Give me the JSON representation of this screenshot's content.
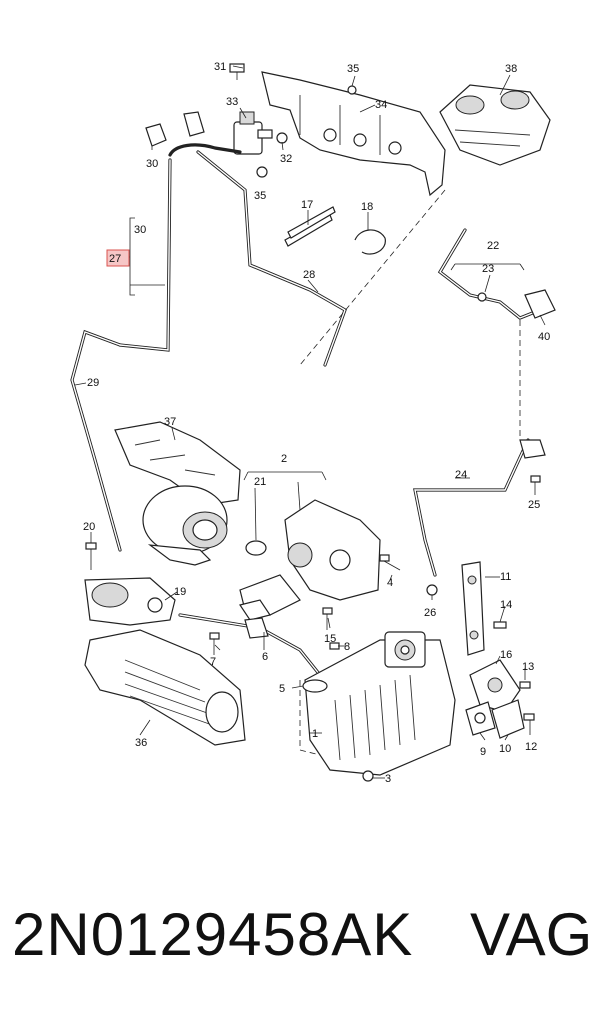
{
  "footer": {
    "part_number": "2N0129458AK",
    "brand": "VAG"
  },
  "highlight": {
    "label": "27",
    "color": "#d9534f"
  },
  "callouts": [
    "1",
    "2",
    "3",
    "4",
    "5",
    "6",
    "7",
    "8",
    "9",
    "10",
    "11",
    "12",
    "13",
    "14",
    "15",
    "16",
    "17",
    "18",
    "19",
    "20",
    "21",
    "22",
    "23",
    "24",
    "25",
    "26",
    "28",
    "29",
    "30",
    "30",
    "31",
    "32",
    "33",
    "34",
    "35",
    "35",
    "36",
    "37",
    "38",
    "40"
  ]
}
